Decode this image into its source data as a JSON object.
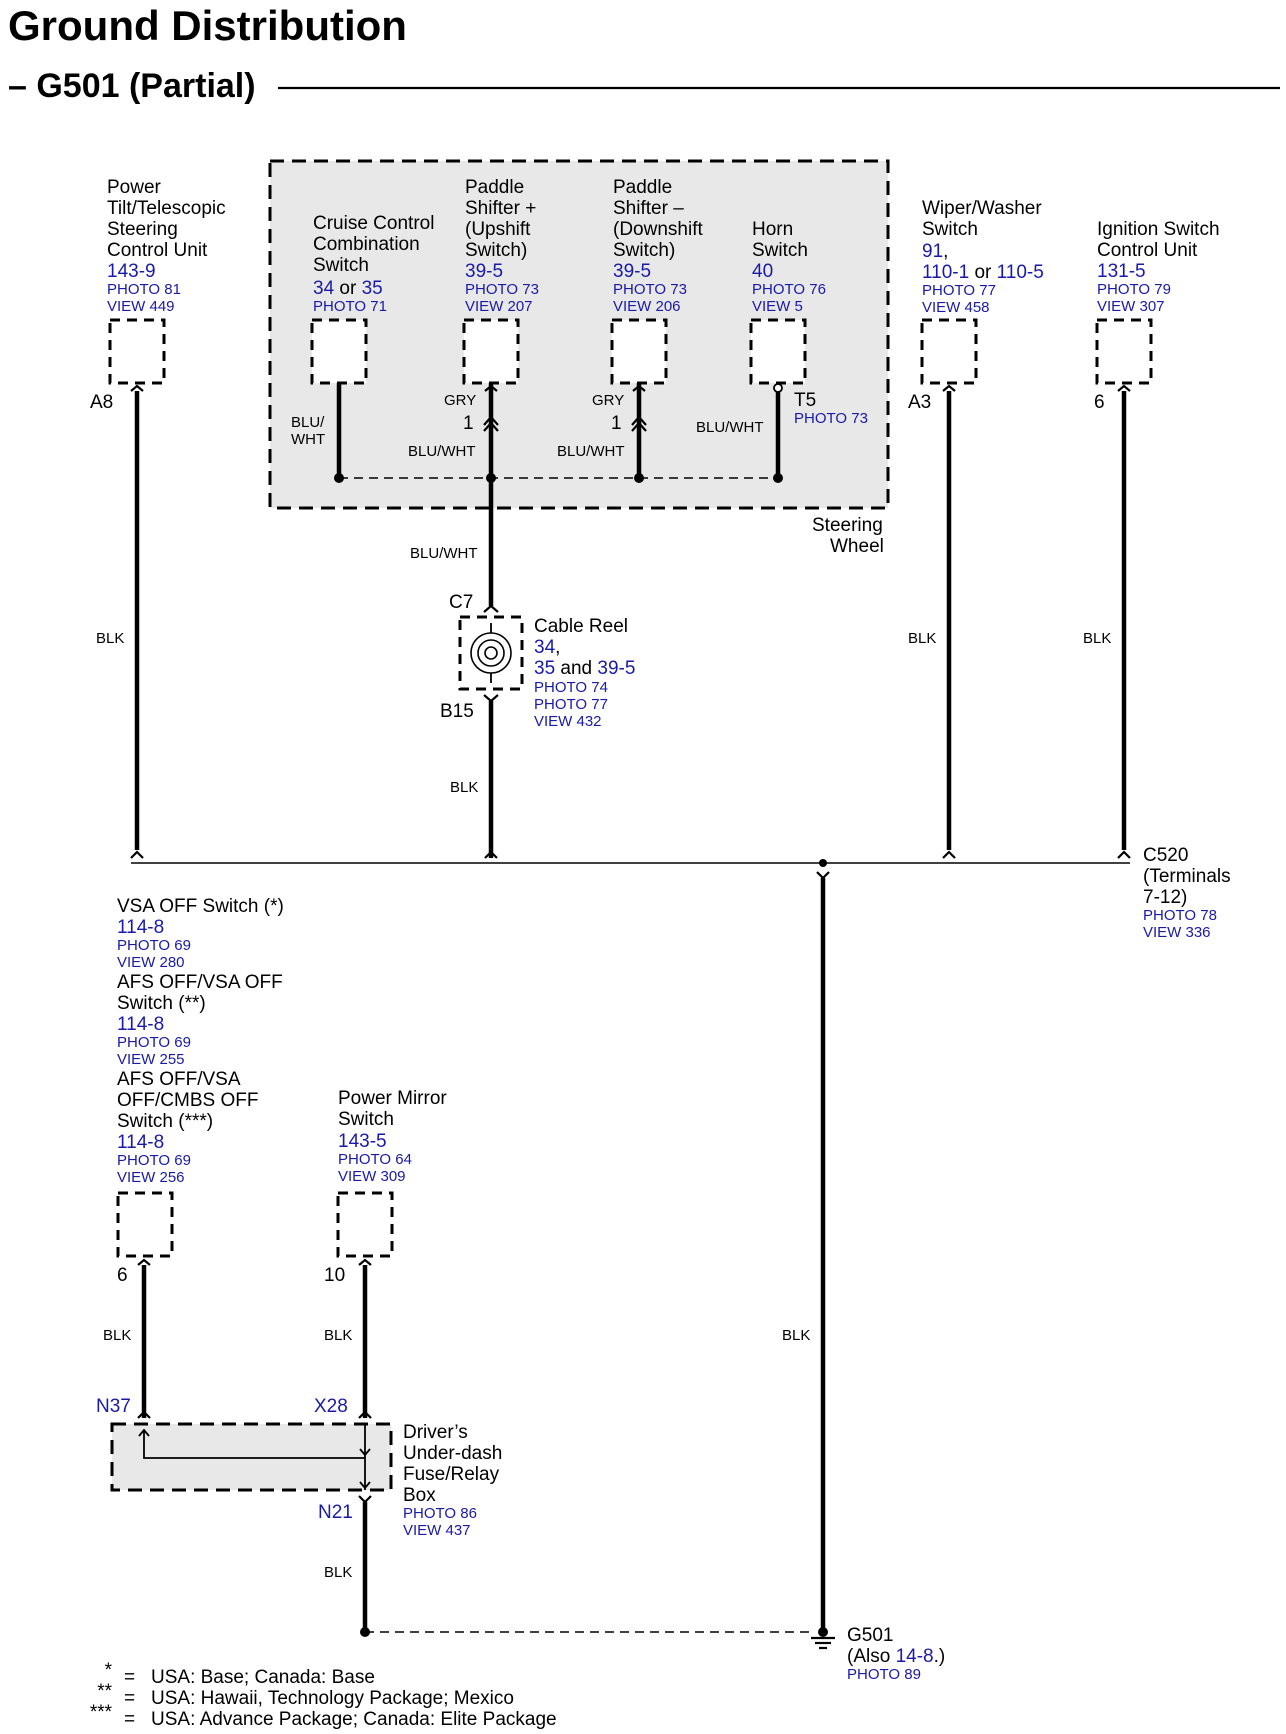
{
  "header": {
    "title": "Ground Distribution",
    "subtitle": "– G501 (Partial)"
  },
  "steering_wheel_label": [
    "Steering",
    "Wheel"
  ],
  "components": {
    "power_tilt": {
      "name": [
        "Power",
        "Tilt/Telescopic",
        "Steering",
        "Control Unit"
      ],
      "ref": "143-9",
      "photo": "PHOTO 81",
      "view": "VIEW 449",
      "pin": "A8"
    },
    "cruise": {
      "name": [
        "Cruise Control",
        "Combination",
        "Switch"
      ],
      "ref_a": "34",
      "ref_or": " or ",
      "ref_b": "35",
      "photo": "PHOTO 71",
      "wire": [
        "BLU/",
        "WHT"
      ]
    },
    "paddle_up": {
      "name": [
        "Paddle",
        "Shifter +",
        "(Upshift",
        "Switch)"
      ],
      "ref": "39-5",
      "photo": "PHOTO 73",
      "view": "VIEW 207",
      "wire_top": "GRY",
      "pin": "1",
      "wire_bottom": "BLU/WHT"
    },
    "paddle_down": {
      "name": [
        "Paddle",
        "Shifter –",
        "(Downshift",
        "Switch)"
      ],
      "ref": "39-5",
      "photo": "PHOTO 73",
      "view": "VIEW 206",
      "wire_top": "GRY",
      "pin": "1",
      "wire_bottom": "BLU/WHT"
    },
    "horn": {
      "name": [
        "Horn",
        "Switch"
      ],
      "ref": "40",
      "photo": "PHOTO 76",
      "view": "VIEW 5",
      "terminal": "T5",
      "terminal_photo": "PHOTO 73",
      "wire": "BLU/WHT"
    },
    "wiper": {
      "name": [
        "Wiper/Washer",
        "Switch"
      ],
      "ref_a": "91",
      "ref_sep": ",",
      "ref_b": "110-1",
      "ref_or": " or ",
      "ref_c": "110-5",
      "photo": "PHOTO 77",
      "view": "VIEW 458",
      "pin": "A3"
    },
    "ignition": {
      "name": [
        "Ignition Switch",
        "Control Unit"
      ],
      "ref": "131-5",
      "photo": "PHOTO 79",
      "view": "VIEW 307",
      "pin": "6"
    },
    "cable_reel": {
      "name": "Cable Reel",
      "ref_a": "34",
      "ref_sep": ",",
      "ref_b": "35",
      "ref_and": " and ",
      "ref_c": "39-5",
      "photos": [
        "PHOTO 74",
        "PHOTO 77"
      ],
      "view": "VIEW 432",
      "pin_top": "C7",
      "pin_bottom": "B15",
      "wire_in": "BLU/WHT",
      "wire_out": "BLK"
    },
    "c520": {
      "name": [
        "C520",
        "(Terminals",
        "7-12)"
      ],
      "photo": "PHOTO 78",
      "view": "VIEW 336"
    },
    "vsa_group": {
      "items": [
        {
          "name": [
            "VSA OFF Switch (*)"
          ],
          "ref": "114-8",
          "photo": "PHOTO 69",
          "view": "VIEW 280"
        },
        {
          "name": [
            "AFS OFF/VSA OFF",
            "Switch (**)"
          ],
          "ref": "114-8",
          "photo": "PHOTO 69",
          "view": "VIEW 255"
        },
        {
          "name": [
            "AFS OFF/VSA",
            "OFF/CMBS OFF",
            "Switch (***)"
          ],
          "ref": "114-8",
          "photo": "PHOTO 69",
          "view": "VIEW 256"
        }
      ],
      "pin": "6"
    },
    "mirror": {
      "name": [
        "Power Mirror",
        "Switch"
      ],
      "ref": "143-5",
      "photo": "PHOTO 64",
      "view": "VIEW 309",
      "pin": "10"
    },
    "fuse_box": {
      "name": [
        "Driver’s",
        "Under-dash",
        "Fuse/Relay",
        "Box"
      ],
      "photo": "PHOTO 86",
      "view": "VIEW 437",
      "pin_left": "N37",
      "pin_right": "X28",
      "pin_bottom": "N21"
    },
    "g501": {
      "name": "G501",
      "also_prefix": "(Also ",
      "also_ref": "14-8",
      "also_suffix": ".)",
      "photo": "PHOTO 89"
    }
  },
  "wire_colors": {
    "blk": "BLK"
  },
  "footnotes": [
    {
      "mark": "*",
      "eq": "=",
      "text": "USA: Base; Canada: Base"
    },
    {
      "mark": "**",
      "eq": "=",
      "text": "USA: Hawaii, Technology Package; Mexico"
    },
    {
      "mark": "***",
      "eq": "=",
      "text": "USA: Advance Package; Canada: Elite Package"
    }
  ],
  "colors": {
    "reference_blue": "#1a1aa8",
    "panel_fill": "#e8e8e8",
    "wire": "#000000"
  }
}
